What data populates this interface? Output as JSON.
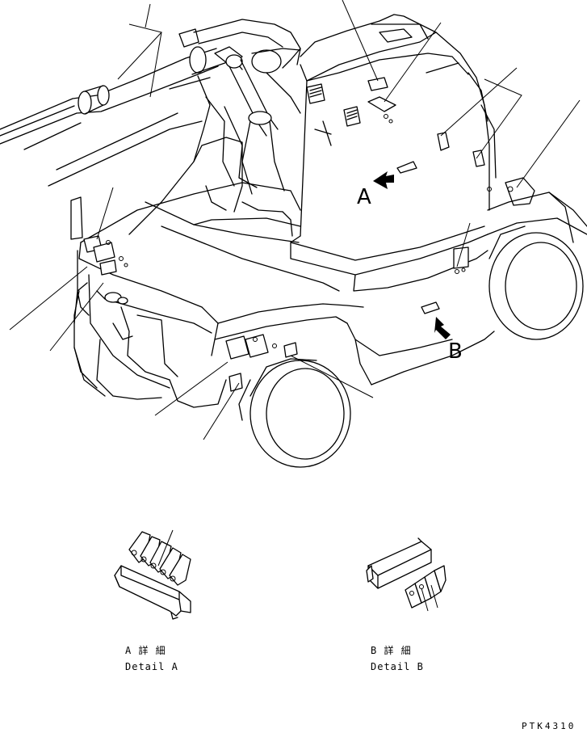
{
  "view_labels": {
    "a": "A",
    "b": "B"
  },
  "details": {
    "a_jp": "A 詳 細",
    "a_en": "Detail A",
    "b_jp": "B 詳 細",
    "b_en": "Detail B"
  },
  "drawing_code": "PTK4310"
}
